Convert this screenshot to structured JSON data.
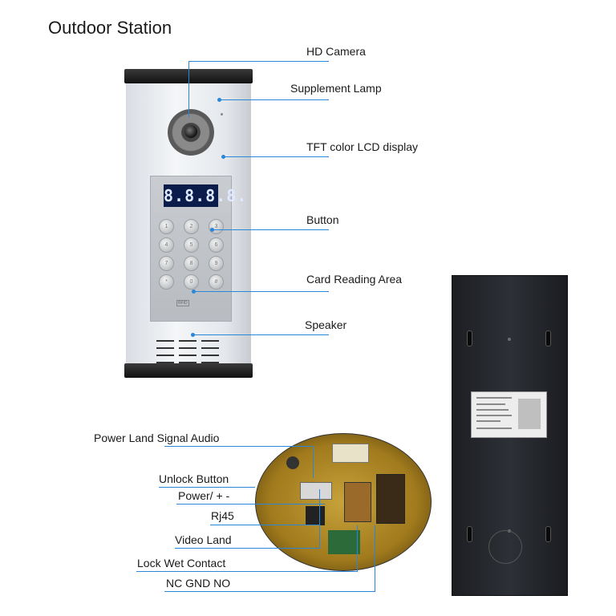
{
  "title": "Outdoor Station",
  "device": {
    "lcd_text": "8.8.8.8.",
    "keys": [
      "1",
      "2",
      "3",
      "4",
      "5",
      "6",
      "7",
      "8",
      "9",
      "*",
      "0",
      "#"
    ],
    "card_tag": "RFID"
  },
  "callouts": {
    "hd_camera": "HD Camera",
    "supplement_lamp": "Supplement Lamp",
    "tft_display": "TFT color LCD display",
    "button": "Button",
    "card_reading": "Card Reading Area",
    "speaker": "Speaker"
  },
  "wiring": {
    "power_land_signal_audio": "Power  Land Signal Audio",
    "unlock_button": "Unlock Button",
    "power_plus_minus": "Power/ + -",
    "rj45": "Rj45",
    "video_land": "Video Land",
    "lock_wet_contact": "Lock Wet Contact",
    "nc_gnd_no": "NC GND NO"
  },
  "colors": {
    "callout_line": "#2a86d8",
    "lcd_bg": "#0b1c4a",
    "back_plate": "#2d3036"
  }
}
